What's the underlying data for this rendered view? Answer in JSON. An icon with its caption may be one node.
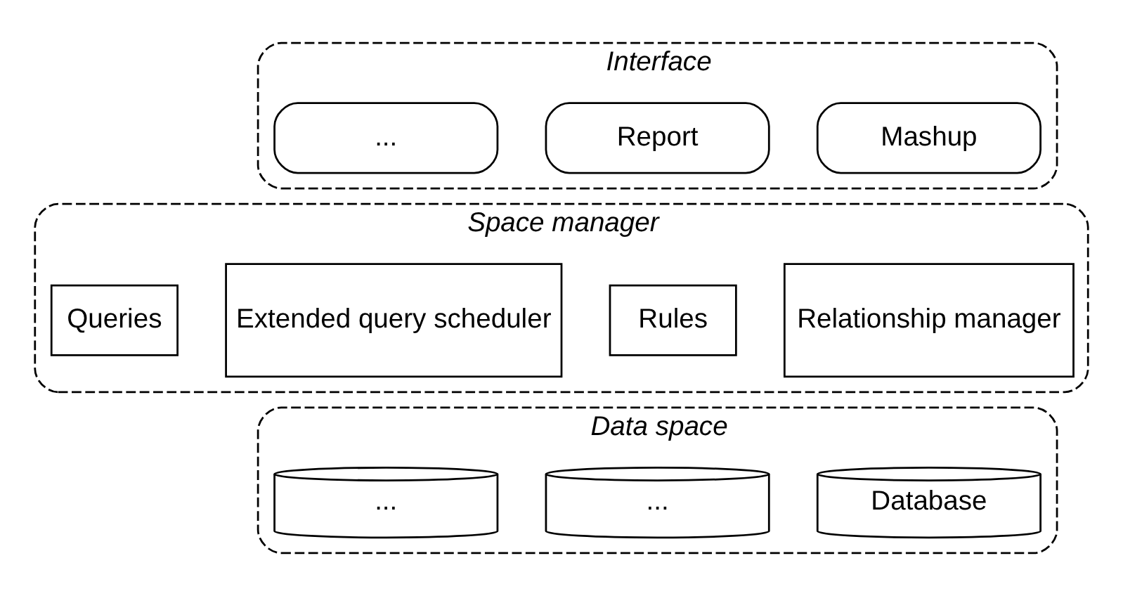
{
  "diagram": {
    "nodes": [
      {
        "text": [
          "Interface"
        ]
      },
      {
        "text": [
          "Mashup"
        ],
        "in": 0
      },
      {
        "text": [
          "Report"
        ],
        "in": 0
      },
      {
        "text": [
          "..."
        ],
        "in": 0
      },
      {
        "text": [
          "Space manager"
        ]
      },
      {
        "text": [
          "Relationship manager"
        ],
        "in": 4
      },
      {
        "text": [
          "Rules"
        ],
        "in": 4
      },
      {
        "text": [
          "Extended query scheduler"
        ],
        "in": 4
      },
      {
        "text": [
          "Queries"
        ],
        "in": 4
      },
      {
        "text": [
          "Data space"
        ]
      },
      {
        "text": [
          "Database"
        ],
        "in": 9
      },
      {
        "text": [
          "..."
        ],
        "in": 9
      },
      {
        "text": [
          "..."
        ],
        "in": 9
      }
    ]
  }
}
